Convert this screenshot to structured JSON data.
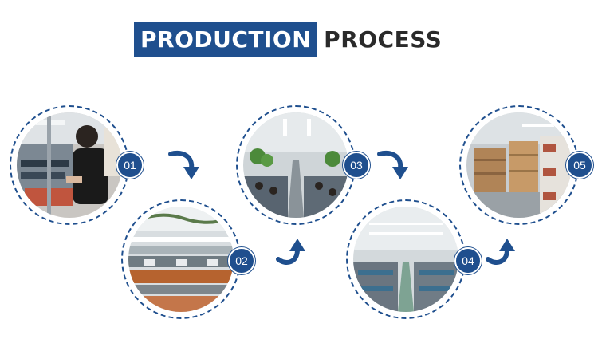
{
  "title": {
    "highlight": "PRODUCTION",
    "rest": "PROCESS"
  },
  "steps": [
    {
      "number": "01",
      "scene": "worker-at-assembly-table"
    },
    {
      "number": "02",
      "scene": "assembly-line-conveyor"
    },
    {
      "number": "03",
      "scene": "factory-workshop-rows"
    },
    {
      "number": "04",
      "scene": "production-floor"
    },
    {
      "number": "05",
      "scene": "warehouse-boxes"
    }
  ],
  "arrows": [
    "arrow-down-icon",
    "arrow-up-icon",
    "arrow-down-icon",
    "arrow-up-icon"
  ],
  "colors": {
    "accent": "#1f4f8e",
    "title_text": "#2a2a2a",
    "background": "#ffffff"
  }
}
